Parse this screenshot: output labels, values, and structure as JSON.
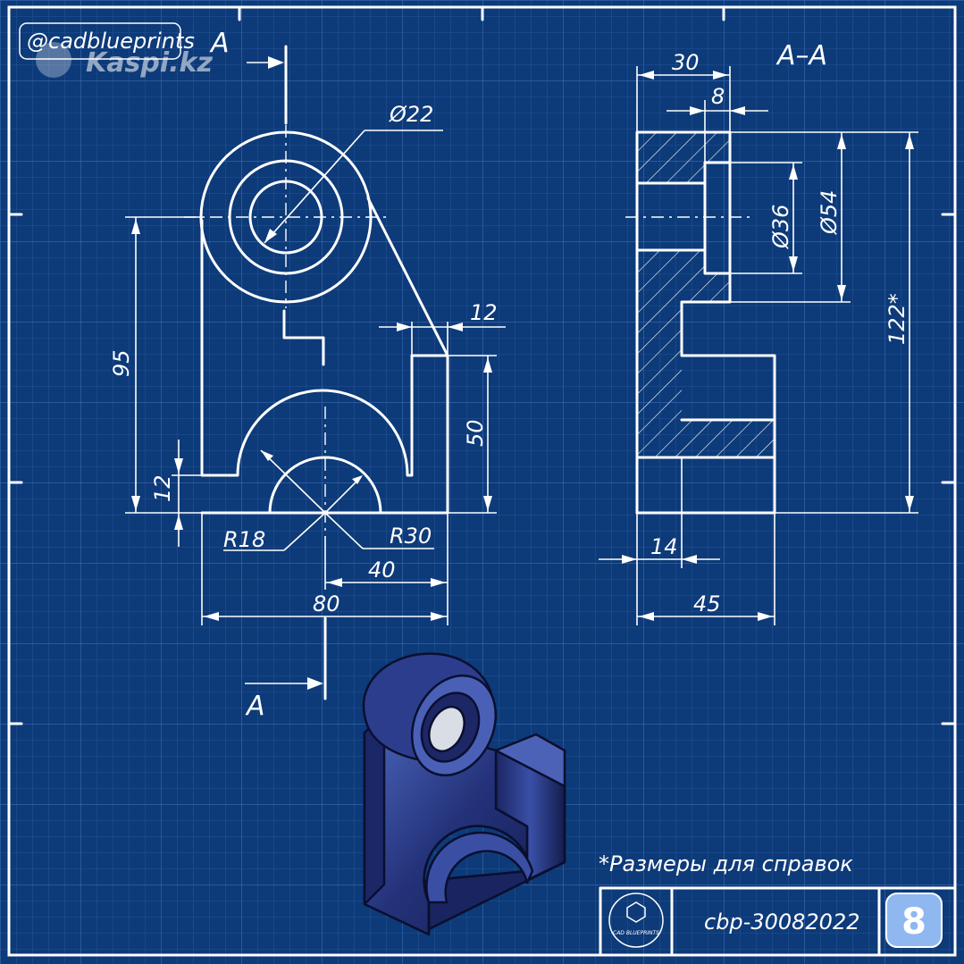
{
  "watermark": {
    "handle": "@cadblueprints",
    "site": "Kaspi.kz"
  },
  "section_label": "A–A",
  "cut_letter_top": "A",
  "cut_letter_bottom": "A",
  "dimensions": {
    "hole_dia": "Ø22",
    "d95": "95",
    "d12_top": "12",
    "d50": "50",
    "d12_left": "12",
    "r18": "R18",
    "r30": "R30",
    "d40": "40",
    "d80": "80",
    "d30": "30",
    "d8": "8",
    "d36": "Ø36",
    "d54": "Ø54",
    "d122": "122*",
    "d14": "14",
    "d45": "45"
  },
  "note": "*Размеры для справок",
  "title_block": {
    "code": "cbp-30082022",
    "logo_text": "CAD BLUEPRINTS",
    "page_number": "8"
  },
  "colors": {
    "background": "#0d3a78",
    "lines": "#ffffff",
    "badge": "#8fb8f0"
  }
}
